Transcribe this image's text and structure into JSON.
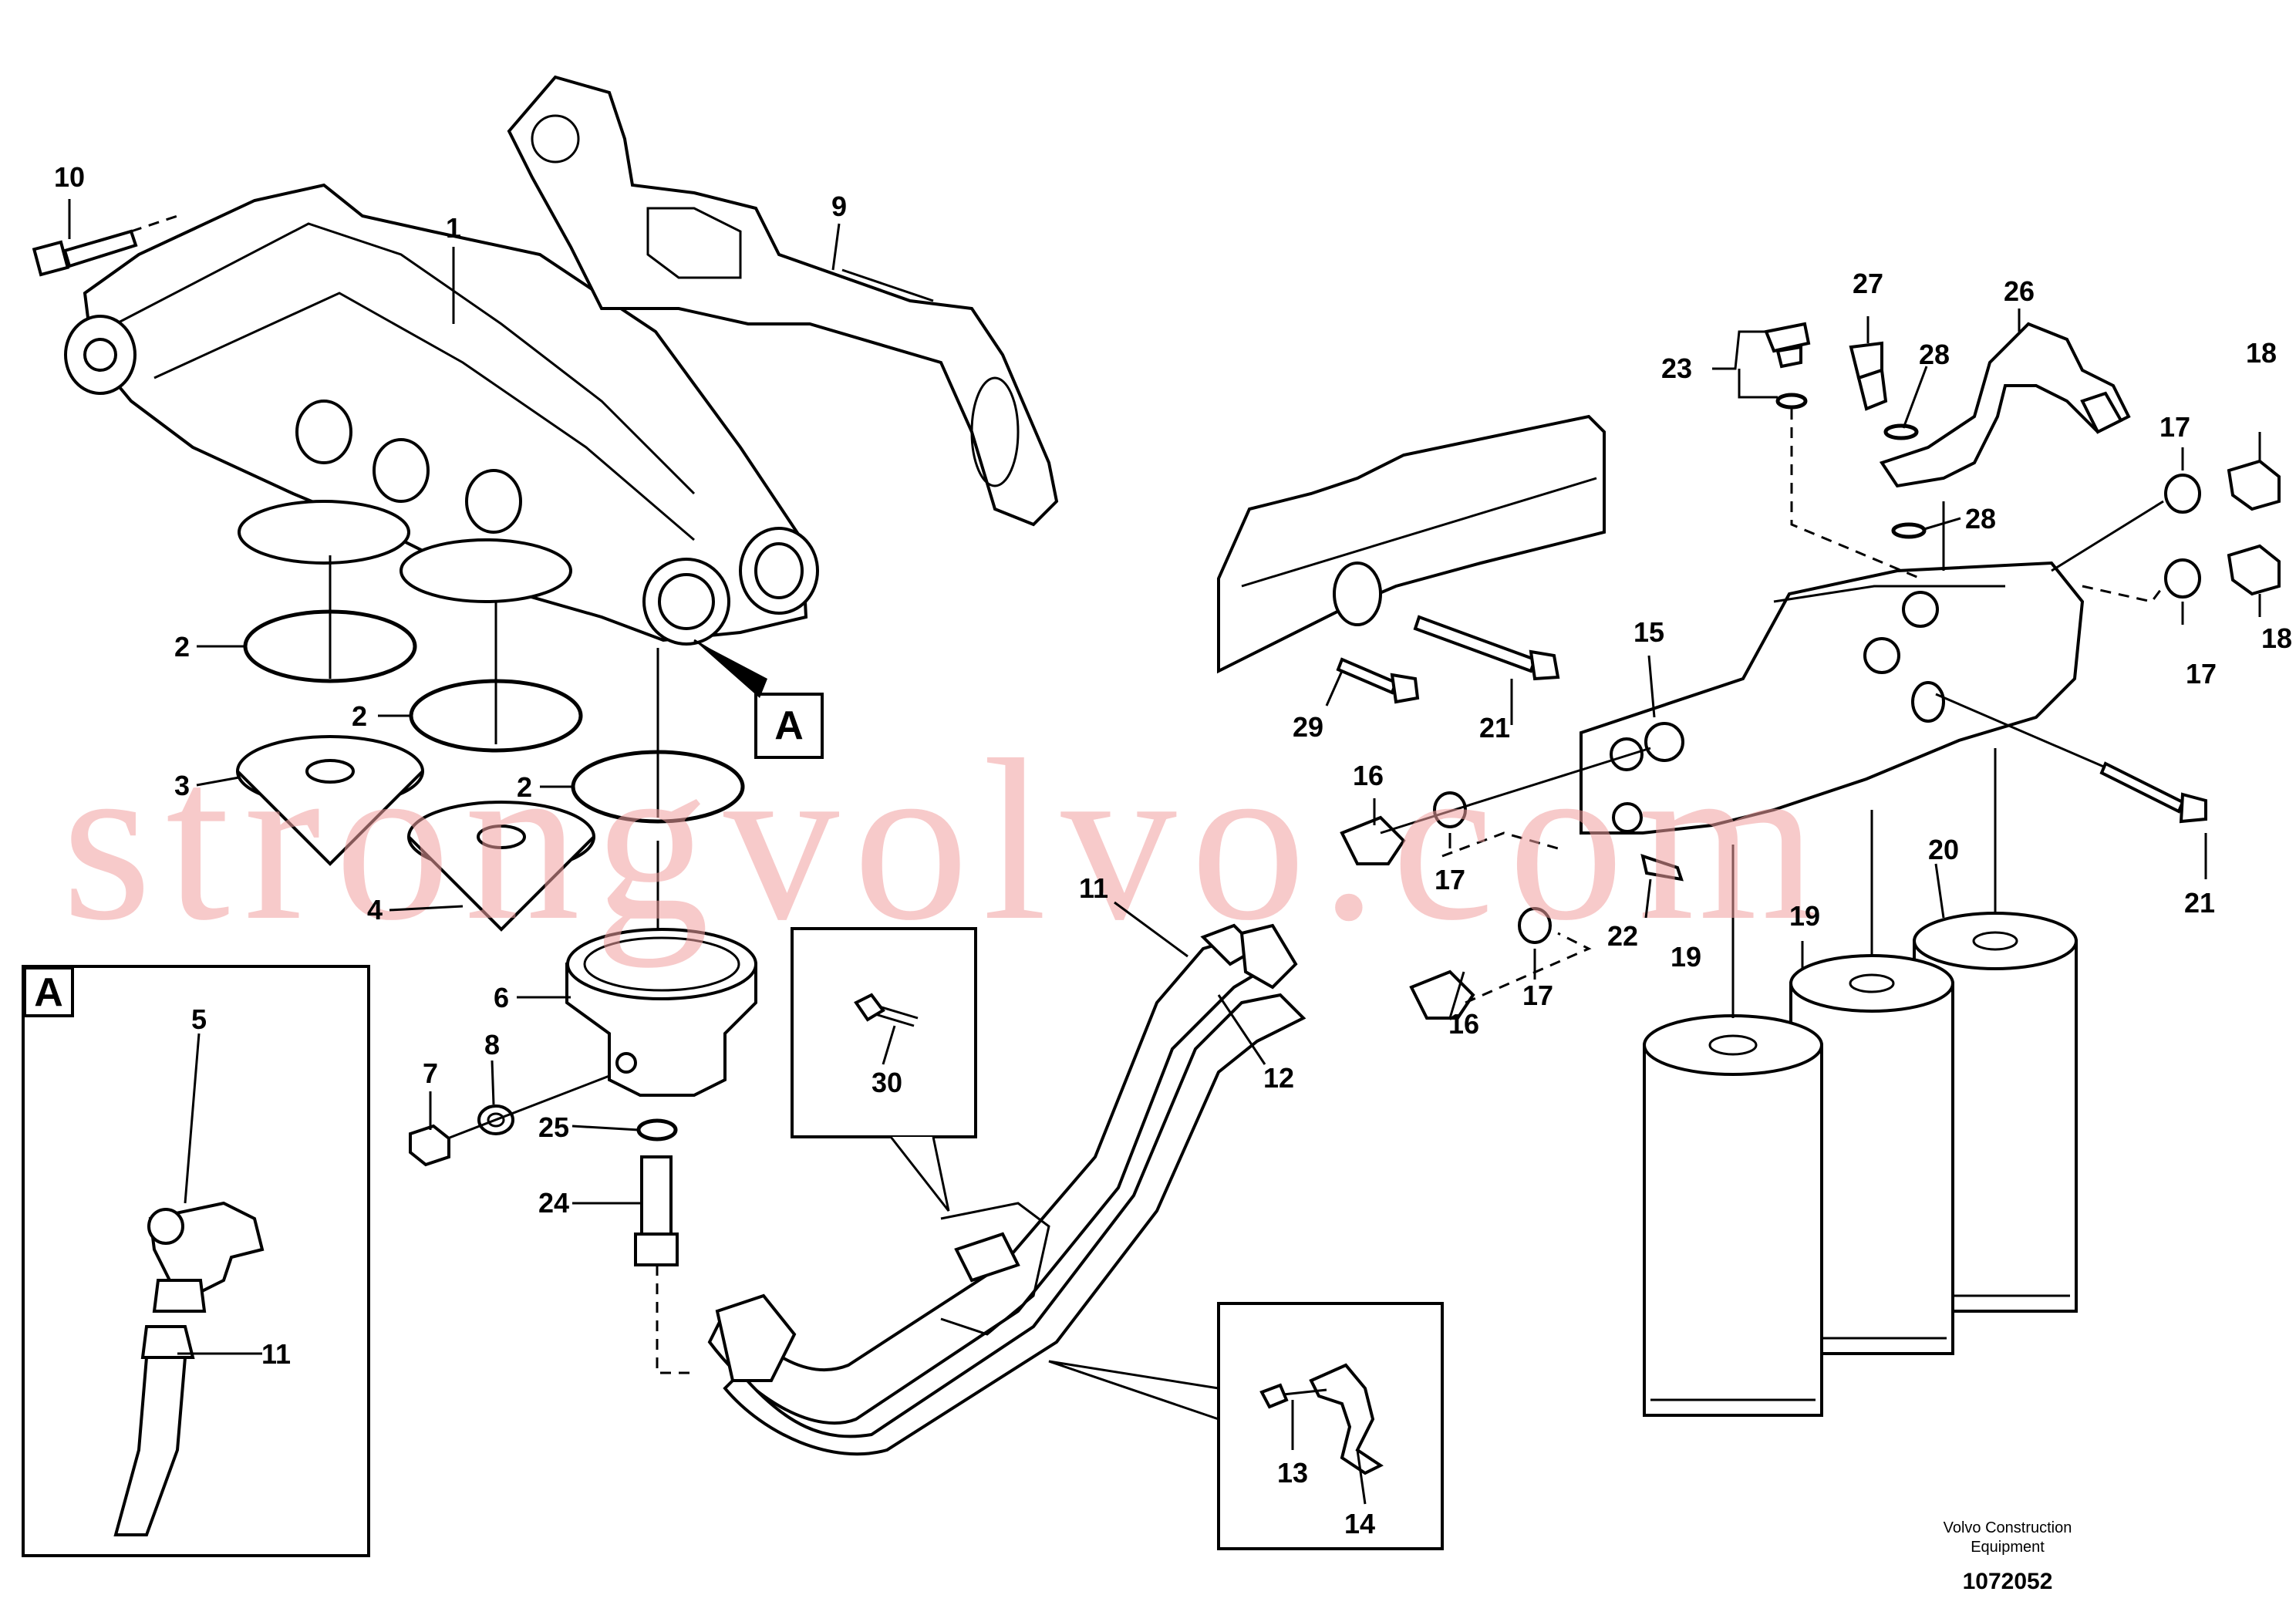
{
  "callouts": {
    "c1": "1",
    "c2a": "2",
    "c2b": "2",
    "c2c": "2",
    "c3": "3",
    "c4": "4",
    "c5": "5",
    "c6": "6",
    "c7": "7",
    "c8": "8",
    "c9": "9",
    "c10": "10",
    "c11a": "11",
    "c11b": "11",
    "c12": "12",
    "c13": "13",
    "c14": "14",
    "c15": "15",
    "c16a": "16",
    "c16b": "16",
    "c17a": "17",
    "c17b": "17",
    "c17c": "17",
    "c17d": "17",
    "c18a": "18",
    "c18b": "18",
    "c19a": "19",
    "c19b": "19",
    "c20": "20",
    "c21a": "21",
    "c21b": "21",
    "c22": "22",
    "c23": "23",
    "c24": "24",
    "c25": "25",
    "c26": "26",
    "c27": "27",
    "c28a": "28",
    "c28b": "28",
    "c29": "29",
    "c30": "30"
  },
  "detail": {
    "marker": "A",
    "inset_title": "A"
  },
  "watermark": "strongvolvo.com",
  "credit": {
    "line1": "Volvo Construction",
    "line2": "Equipment",
    "doc_number": "1072052"
  }
}
